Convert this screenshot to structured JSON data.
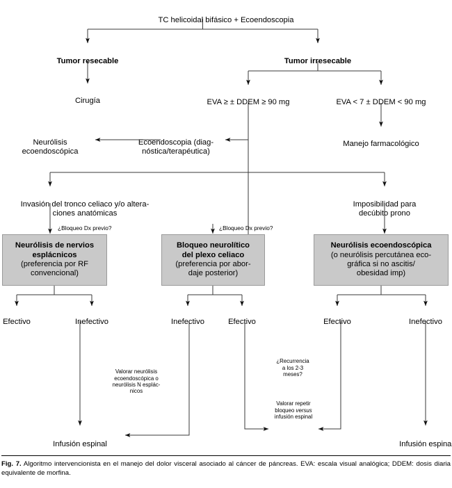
{
  "figure": {
    "title_node": "TC helicoidal bifásico + Ecoendoscopia",
    "level2": {
      "resectable": "Tumor resecable",
      "irresectable": "Tumor irresecable"
    },
    "level3": {
      "surgery": "Cirugía",
      "eva_high": "EVA ≥ ± DDEM ≥ 90 mg",
      "eva_low": "EVA < 7 ± DDEM < 90 mg"
    },
    "level4": {
      "neurolysis_echo": "Neurólisis\necoendoscópica",
      "echoendoscopy": "Ecoendoscopia (diag-\nnóstica/terapéutica)",
      "pharmacological": "Manejo farmacológico"
    },
    "level5": {
      "celiac_invasion": "Invasión del tronco celiaco y/o altera-\nciones anatómicas",
      "prone_impossible": "Imposibilidad para\ndecúbito prono"
    },
    "branch_labels": {
      "prior_block_left": "¿Bloqueo Dx previo?",
      "prior_block_mid": "¿Bloqueo Dx previo?"
    },
    "boxes": [
      {
        "id": "splanchnic-nerve-neurolysis",
        "head": "Neurólisis de nervios\nesplácnicos",
        "sub": "(preferencia por RF\nconvencional)"
      },
      {
        "id": "celiac-plexus-block",
        "head": "Bloqueo neurolítico\ndel plexo celiaco",
        "sub": "(preferencia por abor-\ndaje posterior)"
      },
      {
        "id": "echoendoscopic-neurolysis",
        "head": "Neurólisis ecoendoscópica",
        "sub": "(o neurólisis percutánea eco-\ngráfica si no ascitis/\nobesidad imp)"
      }
    ],
    "outcomes": {
      "left_effective": "Efectivo",
      "left_ineffective": "Inefectivo",
      "mid_ineffective": "Inefectivo",
      "mid_effective": "Efectivo",
      "right_effective": "Efectivo",
      "right_ineffective": "Inefectivo"
    },
    "notes": {
      "valorar_neurolisis": "Valorar neurólisis\necoendoscópica o\nneurólisis N esplác-\nnicos",
      "recurrence": "¿Recurrencia\na los 2-3\nmeses?",
      "repeat_block_pre": "Valorar repetir\nbloqueo ",
      "repeat_block_ital": "versus",
      "repeat_block_post": "\ninfusión espinal"
    },
    "terminals": {
      "spinal_left": "Infusión espinal",
      "spinal_right": "Infusión espinal"
    },
    "caption": {
      "label": "Fig. 7.",
      "text": " Algoritmo intervencionista en el manejo del dolor visceral asociado al cáncer de páncreas. EVA: escala visual analógica; DDEM: dosis diaria equivalente de morfina."
    },
    "colors": {
      "box_fill": "#c9c9c9",
      "box_border": "#9a9a9a",
      "line": "#3a3a3a",
      "text": "#000000"
    }
  }
}
